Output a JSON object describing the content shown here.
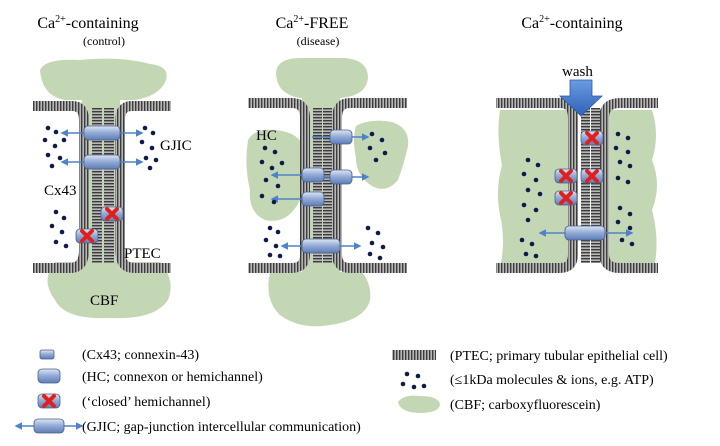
{
  "panels": [
    {
      "title_pre": "Ca",
      "title_sup": "2+",
      "title_post": "-containing",
      "subtitle": "(control)"
    },
    {
      "title_pre": "Ca",
      "title_sup": "2+",
      "title_post": "-FREE",
      "subtitle": "(disease)"
    },
    {
      "title_pre": "Ca",
      "title_sup": "2+",
      "title_post": "-containing",
      "subtitle": ""
    }
  ],
  "labels": {
    "gjic": "GJIC",
    "cx43": "Cx43",
    "ptec": "PTEC",
    "cbf": "CBF",
    "hc": "HC",
    "wash": "wash"
  },
  "legend": {
    "connexin": "(Cx43; connexin-43)",
    "hemichannel": "(HC; connexon or  hemichannel)",
    "closed": "(‘closed’ hemichannel)",
    "gjic": "(GJIC; gap-junction intercellular communication)",
    "ptec": "(PTEC; primary tubular epithelial cell)",
    "molecules": "(≤1kDa molecules & ions, e.g. ATP)",
    "cbf": "(CBF; carboxyfluorescein)"
  },
  "colors": {
    "cbf_green": "#c3d7b4",
    "membrane_dark": "#4e4e4e",
    "channel_blue": "#7d9bcc",
    "arrow_blue": "#4f83c9",
    "closed_red": "#e0201c",
    "molecule_navy": "#0d1a4b"
  }
}
